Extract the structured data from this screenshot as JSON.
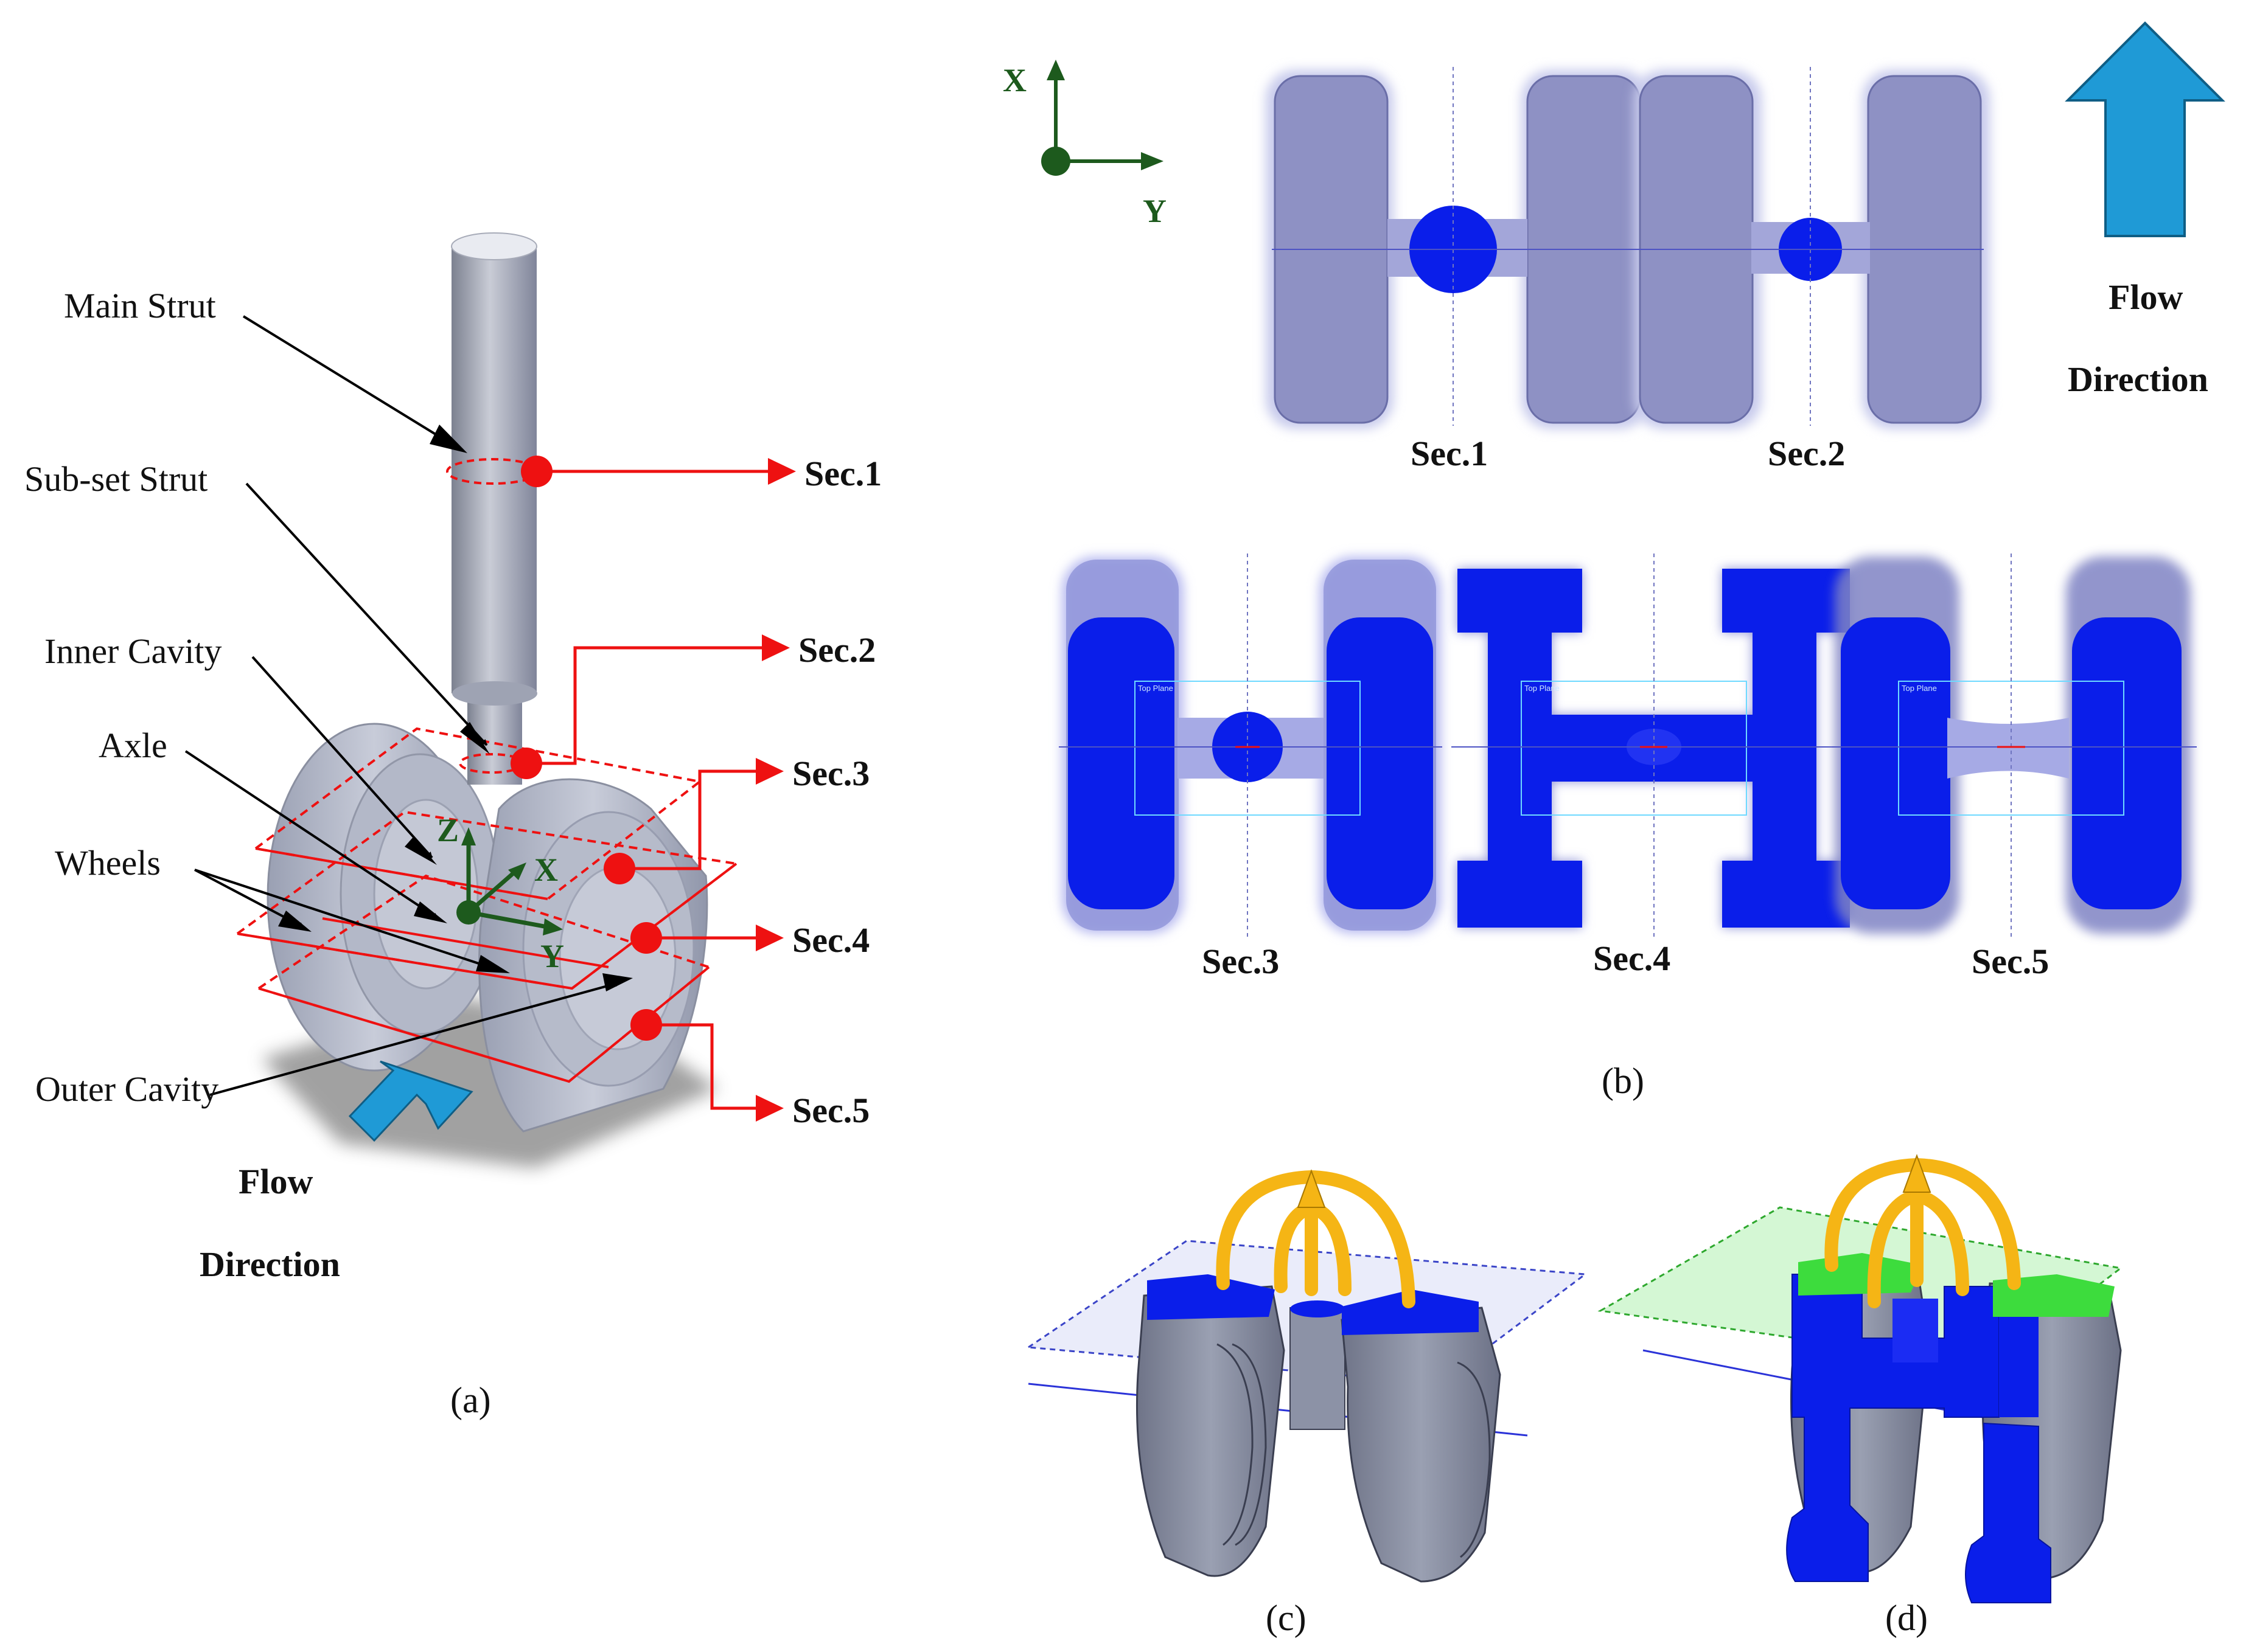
{
  "panel_a": {
    "caption": "(a)",
    "labels": {
      "main_strut": "Main Strut",
      "subset_strut": "Sub-set Strut",
      "inner_cavity": "Inner Cavity",
      "axle": "Axle",
      "wheels": "Wheels",
      "outer_cavity": "Outer Cavity"
    },
    "sections": [
      "Sec.1",
      "Sec.2",
      "Sec.3",
      "Sec.4",
      "Sec.5"
    ],
    "axes": {
      "x": "X",
      "y": "Y",
      "z": "Z"
    },
    "flow_line1": "Flow",
    "flow_line2": "Direction"
  },
  "panel_b": {
    "caption": "(b)",
    "axes": {
      "x": "X",
      "y": "Y"
    },
    "sections": [
      "Sec.1",
      "Sec.2",
      "Sec.3",
      "Sec.4",
      "Sec.5"
    ],
    "plane_label": "Top Plane",
    "flow_line1": "Flow",
    "flow_line2": "Direction"
  },
  "panel_c": {
    "caption": "(c)"
  },
  "panel_d": {
    "caption": "(d)"
  },
  "colors": {
    "section_red": "#ee1111",
    "solid_blue": "#0a1eea",
    "wheel_grey": "#8a8fa6",
    "arrow_blue": "#1f9ad6",
    "axis_green": "#1d5a1d",
    "arrow_gold": "#f5b515",
    "plane_green": "#3ddc3d"
  }
}
